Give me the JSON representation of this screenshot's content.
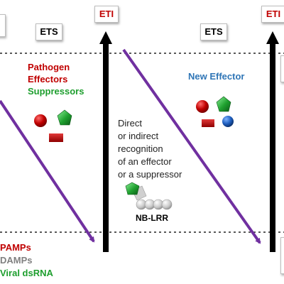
{
  "labels": {
    "ets_left": "ETS",
    "eti_left": "ETI",
    "ets_right": "ETS",
    "eti_right": "ETI",
    "pathogen": "Pathogen",
    "effectors": "Effectors",
    "suppressors": "Suppressors",
    "new_effector": "New Effector",
    "recognition_1": "Direct",
    "recognition_2": "or  indirect",
    "recognition_3": "recognition",
    "recognition_4": "of an effector",
    "recognition_5": "or a suppressor",
    "nb_lrr": "NB-LRR",
    "pamps": "PAMPs",
    "damps": "DAMPs",
    "viral_dsrna": "Viral dsRNA"
  },
  "colors": {
    "red": "#c00000",
    "green": "#1e9e2e",
    "blue": "#2e75b6",
    "gray": "#808080",
    "arrow_purple": "#7030a0",
    "black": "#000000"
  },
  "icons": {
    "effector_shapes": [
      "red-circle-icon",
      "green-pentagon-icon",
      "red-rectangle-icon",
      "blue-circle-icon"
    ],
    "receptor": "nb-lrr-receptor-icon"
  }
}
